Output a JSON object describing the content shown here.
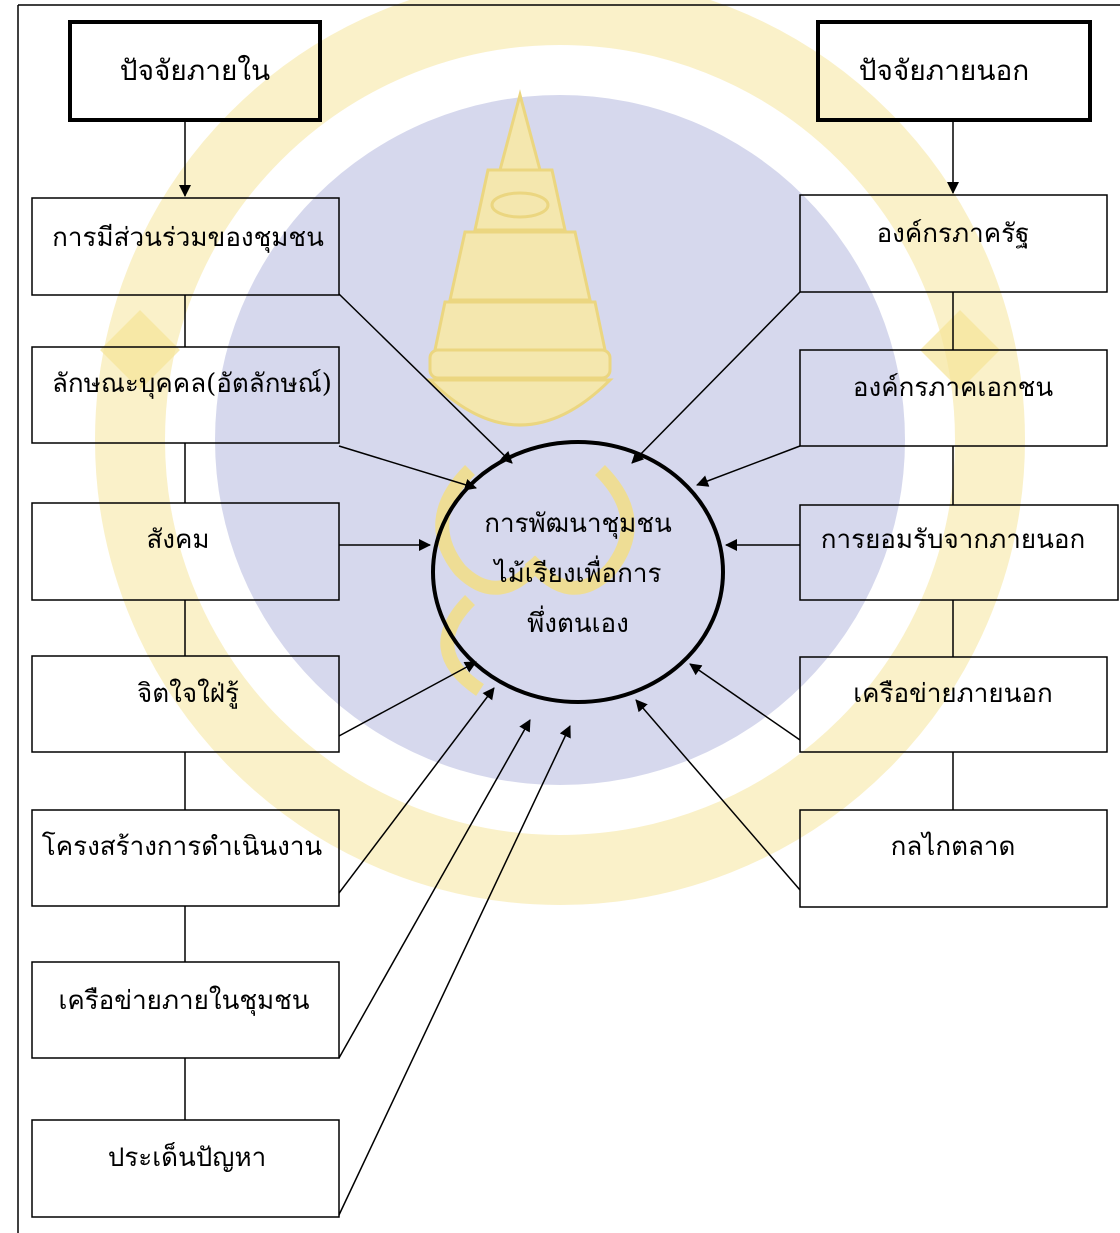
{
  "diagram": {
    "internal_header": "ปัจจัยภายใน",
    "external_header": "ปัจจัยภายนอก",
    "center_lines": [
      "การพัฒนาชุมชน",
      "ไม้เรียงเพื่อการ",
      "พึ่งตนเอง"
    ],
    "internal_factors": [
      "การมีส่วนร่วมของชุมชน",
      "ลักษณะบุคคล(อัตลักษณ์)",
      "สังคม",
      "จิตใจใฝ่รู้",
      "โครงสร้างการดำเนินงาน",
      "เครือข่ายภายในชุมชน",
      "ประเด็นปัญหา"
    ],
    "external_factors": [
      "องค์กรภาครัฐ",
      "องค์กรภาคเอกชน",
      "การยอมรับจากภายนอก",
      "เครือข่ายภายนอก",
      "กลไกตลาด"
    ]
  },
  "watermark": {
    "description_colors": {
      "gold": "#f2dc7a",
      "blue": "#c9cde6"
    }
  }
}
